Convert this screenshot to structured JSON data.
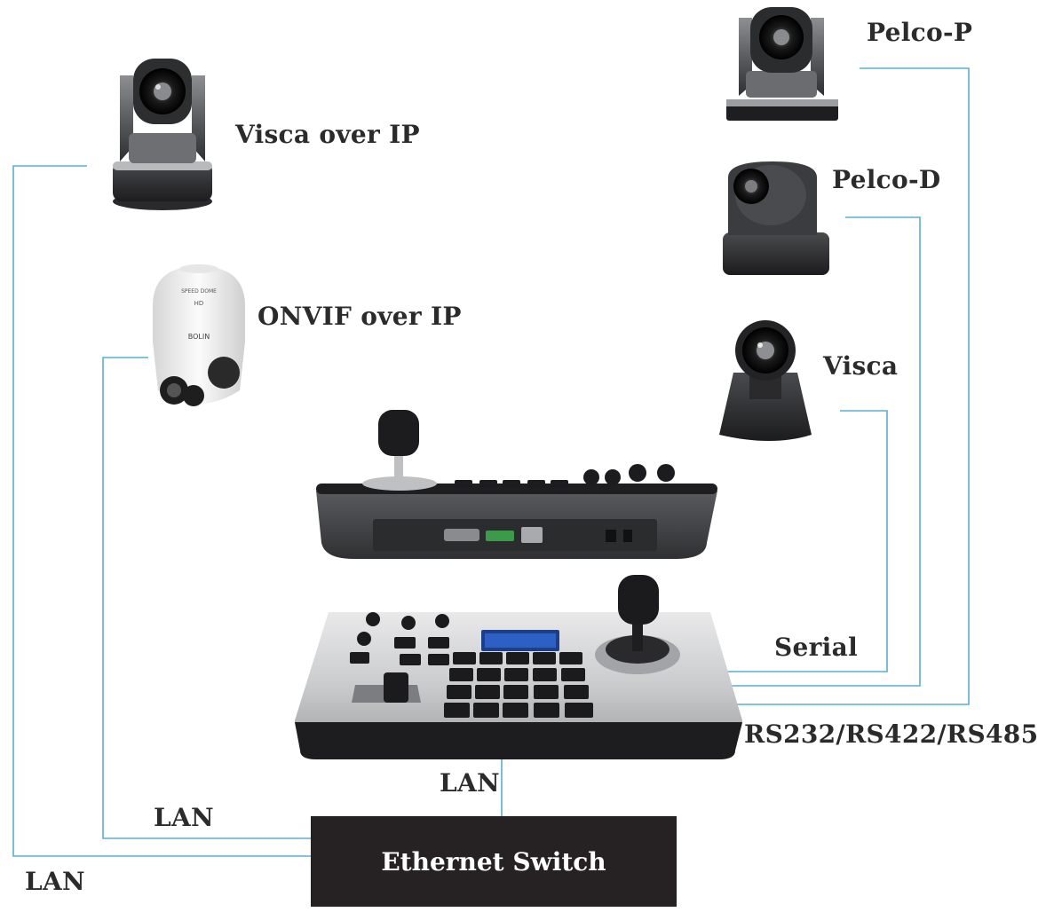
{
  "cameras": {
    "visca_over_ip": "Visca over IP",
    "onvif_over_ip": "ONVIF over IP",
    "pelco_p": "Pelco-P",
    "pelco_d": "Pelco-D",
    "visca": "Visca"
  },
  "connections": {
    "serial": "Serial",
    "rs_protocols": "RS232/RS422/RS485",
    "lan_controller": "LAN",
    "lan_onvif": "LAN",
    "lan_visca_ip": "LAN"
  },
  "switch": {
    "label": "Ethernet Switch"
  },
  "colors": {
    "line": "#5aaecd",
    "switch_bg": "#262122",
    "text": "#2b2b2b"
  }
}
